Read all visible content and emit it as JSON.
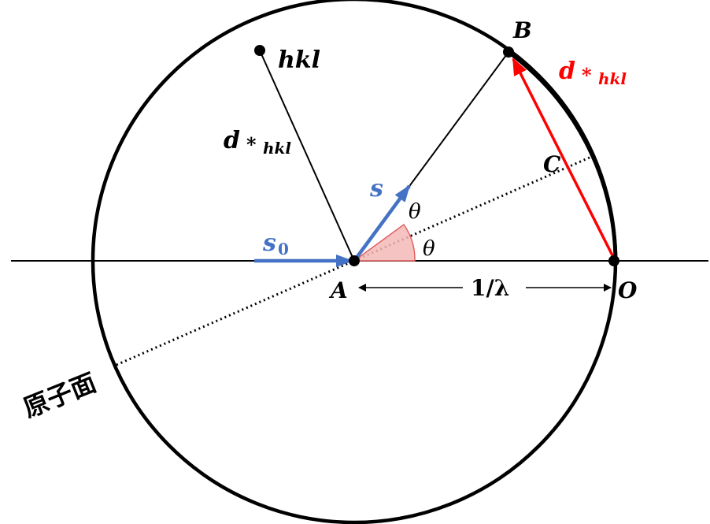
{
  "labels": {
    "point_a": "A",
    "point_b": "B",
    "point_c": "C",
    "point_o": "O",
    "hkl": "hkl",
    "d_star_black_main": "d",
    "d_star_black_sub": "hkl",
    "d_star_red_main": "d",
    "d_star_red_sub": "hkl",
    "star": "*",
    "s": "s",
    "s0_main": "s",
    "s0_sub": "0",
    "theta_1": "θ",
    "theta_2": "θ",
    "radius": "1/λ",
    "atomic_plane": "原子面"
  },
  "colors": {
    "black": "#000000",
    "blue": "#4472c4",
    "red": "#ff0000",
    "angle_fill": "#f4b8b8",
    "angle_stroke": "#e06060"
  }
}
